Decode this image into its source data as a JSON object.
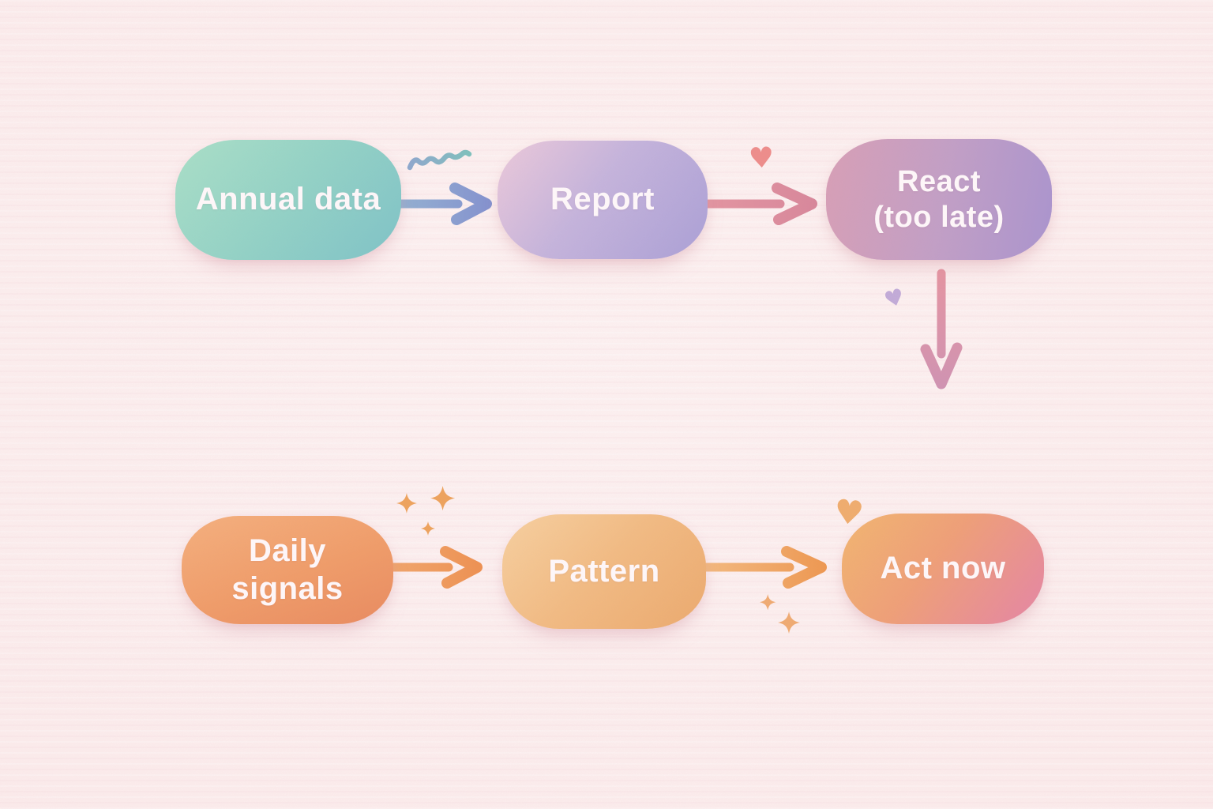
{
  "flow": {
    "background": "#fbecec",
    "text_color": "#fff8fa",
    "rows": [
      {
        "id": "annual-loop",
        "nodes": [
          {
            "id": "annual-data",
            "lines": [
              "Annual data"
            ],
            "colors": [
              "#a9dfc7",
              "#7fc3c7"
            ]
          },
          {
            "id": "report",
            "lines": [
              "Report"
            ],
            "colors": [
              "#ecc9da",
              "#aba0d6"
            ]
          },
          {
            "id": "react-too-late",
            "lines": [
              "React",
              "(too late)"
            ],
            "colors": [
              "#d89fb6",
              "#aa94ce"
            ]
          }
        ],
        "arrows": [
          {
            "id": "annual-to-report",
            "color": "#8a9fd1"
          },
          {
            "id": "report-to-react",
            "color": "#dd8e9e"
          },
          {
            "id": "react-downward",
            "color": "#d994ab"
          }
        ]
      },
      {
        "id": "daily-loop",
        "nodes": [
          {
            "id": "daily-signals",
            "lines": [
              "Daily",
              "signals"
            ],
            "colors": [
              "#f5b07e",
              "#e98b60"
            ]
          },
          {
            "id": "pattern",
            "lines": [
              "Pattern"
            ],
            "colors": [
              "#f7d0a0",
              "#ecaa6e"
            ]
          },
          {
            "id": "act-now",
            "lines": [
              "Act now"
            ],
            "colors": [
              "#f2b670",
              "#e38da4"
            ]
          }
        ],
        "arrows": [
          {
            "id": "signals-to-pattern",
            "color": "#ef9d5e"
          },
          {
            "id": "pattern-to-act",
            "color": "#f0a864"
          }
        ]
      }
    ],
    "decorations": {
      "squiggle": {
        "color_start": "#8fa7ce",
        "color_end": "#7fc2bc"
      },
      "hearts": [
        {
          "id": "coral-heart",
          "glyph": "♥",
          "color": "#ee8d8b"
        },
        {
          "id": "lavender-heart",
          "glyph": "♥",
          "color": "#c2abd8"
        },
        {
          "id": "orange-heart",
          "glyph": "♥",
          "color": "#f0ad6e"
        }
      ],
      "sparkles_color": "#eea35d"
    }
  }
}
